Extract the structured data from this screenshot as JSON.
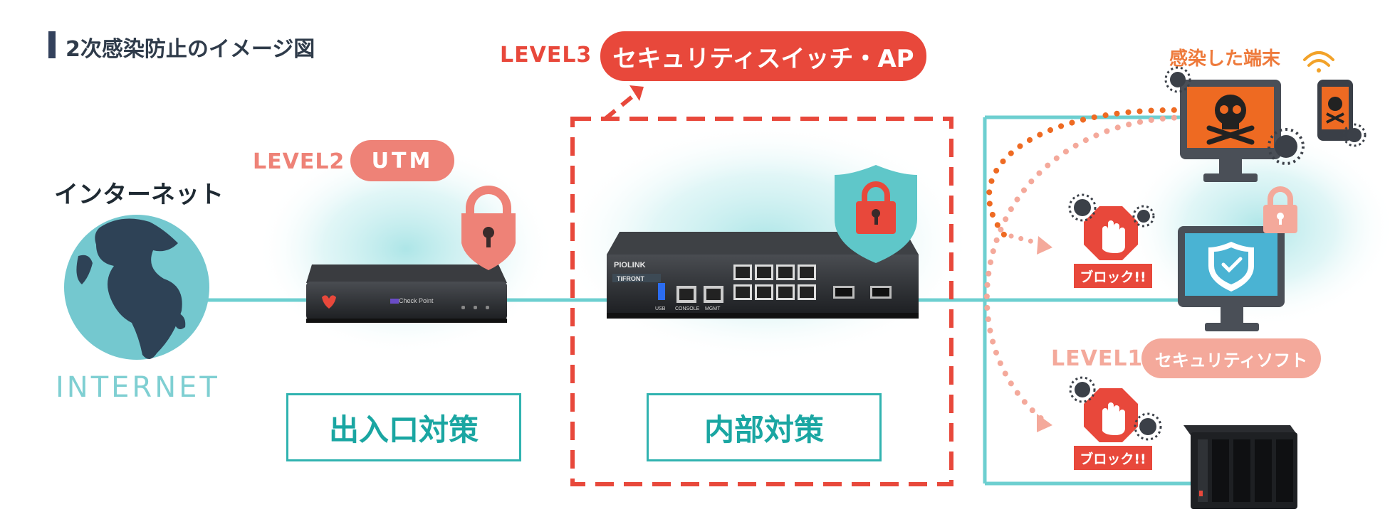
{
  "title": "2次感染防止のイメージ図",
  "internet": {
    "label_ja": "インターネット",
    "label_en": "INTERNET"
  },
  "level3": {
    "level": "LEVEL3",
    "name": "セキュリティスイッチ・AP"
  },
  "level2": {
    "level": "LEVEL2",
    "name": "UTM"
  },
  "level1": {
    "level": "LEVEL1",
    "name": "セキュリティソフト"
  },
  "boxes": {
    "entry": "出入口対策",
    "internal": "内部対策"
  },
  "infected_terminal": "感染した端末",
  "block_labels": [
    "ブロック!!",
    "ブロック!!"
  ],
  "devices": {
    "utm_brand": "Check Point",
    "switch_brand": "PIOLINK",
    "switch_model": "TiFRONT",
    "switch_ports": [
      "USB",
      "CONSOLE",
      "MGMT"
    ]
  },
  "colors": {
    "red": "#e8483b",
    "salmon": "#ee8277",
    "peach": "#f4a99b",
    "teal": "#30b3b0",
    "line": "#6dcfd0",
    "orange": "#ee6a22",
    "title_dark": "#2f3b4a"
  },
  "icons": [
    "globe-icon",
    "padlock-icon",
    "shield-padlock-icon",
    "skull-icon",
    "virus-icon",
    "stop-hand-icon",
    "shield-check-icon",
    "wifi-icon"
  ]
}
